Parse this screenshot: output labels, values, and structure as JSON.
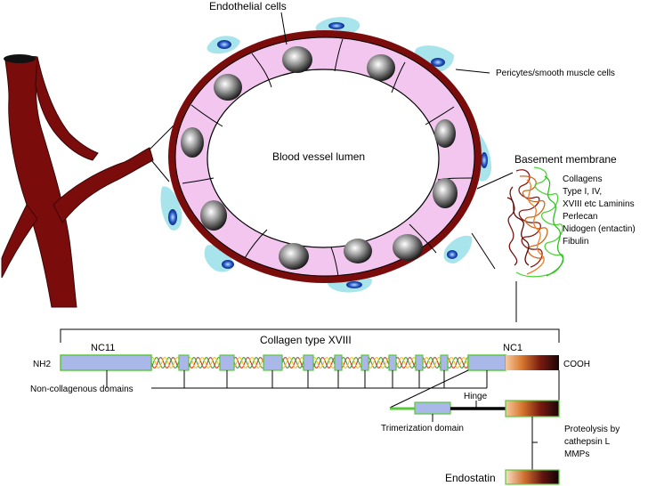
{
  "labels": {
    "endothelial_cells": "Endothelial cells",
    "pericytes": "Pericytes/smooth muscle cells",
    "lumen": "Blood vessel lumen",
    "basement_membrane": "Basement membrane",
    "bm_components": [
      "Collagens",
      "Type I, IV,",
      "XVIII etc Laminins",
      "Perlecan",
      "Nidogen (entactin)",
      "Fibulin"
    ],
    "collagen_title": "Collagen type XVIII",
    "nc11": "NC11",
    "nc1": "NC1",
    "nh2": "NH2",
    "cooh": "COOH",
    "non_collagenous": "Non-collagenous domains",
    "hinge": "Hinge",
    "trimerization": "Trimerization domain",
    "proteolysis": [
      "Proteolysis by",
      "cathepsin L",
      "MMPs"
    ],
    "endostatin": "Endostatin"
  },
  "colors": {
    "vessel": "#7a0c0c",
    "endothelial_fill": "#f2c6ee",
    "pericyte": "#a8e4ec",
    "domain_fill": "#a9b8e8",
    "domain_border": "#58c93b",
    "helix_a": "#cc3a2a",
    "helix_b": "#3ea03a",
    "helix_c": "#f0c030"
  }
}
